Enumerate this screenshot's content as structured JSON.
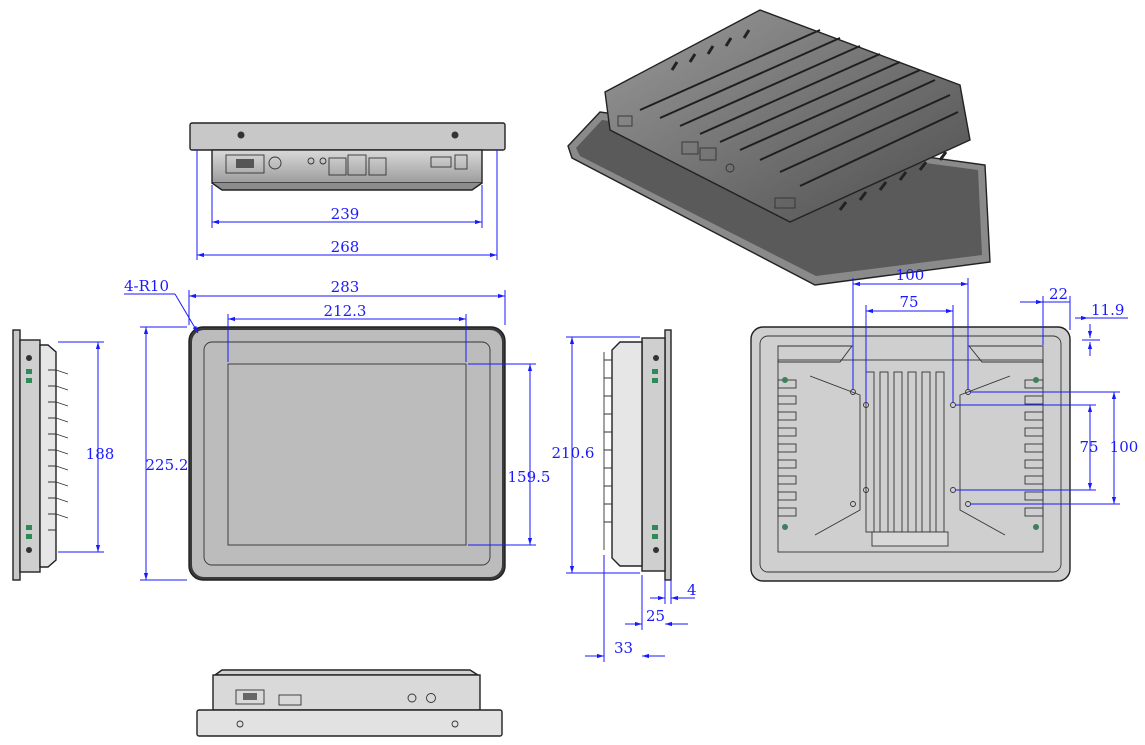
{
  "colors": {
    "dimension": "#1a1aff",
    "screen": "#2f68d4",
    "bezel": "#b8b8b8",
    "body": "#a9a9a9",
    "outline": "#222222"
  },
  "dimensions": {
    "top_inner_width": "239",
    "top_outer_width": "268",
    "corner_radius": "4-R10",
    "front_width": "283",
    "screen_width": "212.3",
    "side_height": "188",
    "front_height": "225.2",
    "screen_height": "159.5",
    "right_side_height": "210.6",
    "panel_thickness": "4",
    "depth_body": "25",
    "depth_total": "33",
    "vesa_outer_h": "100",
    "vesa_inner_h": "75",
    "edge_offset": "22",
    "edge_small": "11.9",
    "vesa_inner_v": "75",
    "vesa_outer_v": "100"
  },
  "icons": {
    "vga_port": "vga-port-icon",
    "power_jack": "dc-jack-icon",
    "usb_port": "usb-port-icon",
    "lan_port": "lan-port-icon",
    "mount_hole": "mounting-hole-icon"
  }
}
